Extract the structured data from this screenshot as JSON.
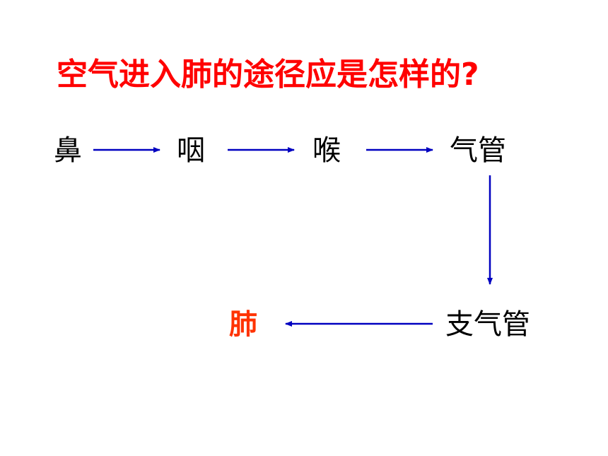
{
  "title": {
    "text": "空气进入肺的途径应是怎样的?",
    "color": "#ff0000"
  },
  "nodes": {
    "nose": "鼻",
    "pharynx": "咽",
    "larynx": "喉",
    "trachea": "气管",
    "bronchus": "支气管",
    "lung": "肺"
  },
  "colors": {
    "arrow": "#0000c0",
    "text": "#000000",
    "lung": "#ff3300"
  }
}
